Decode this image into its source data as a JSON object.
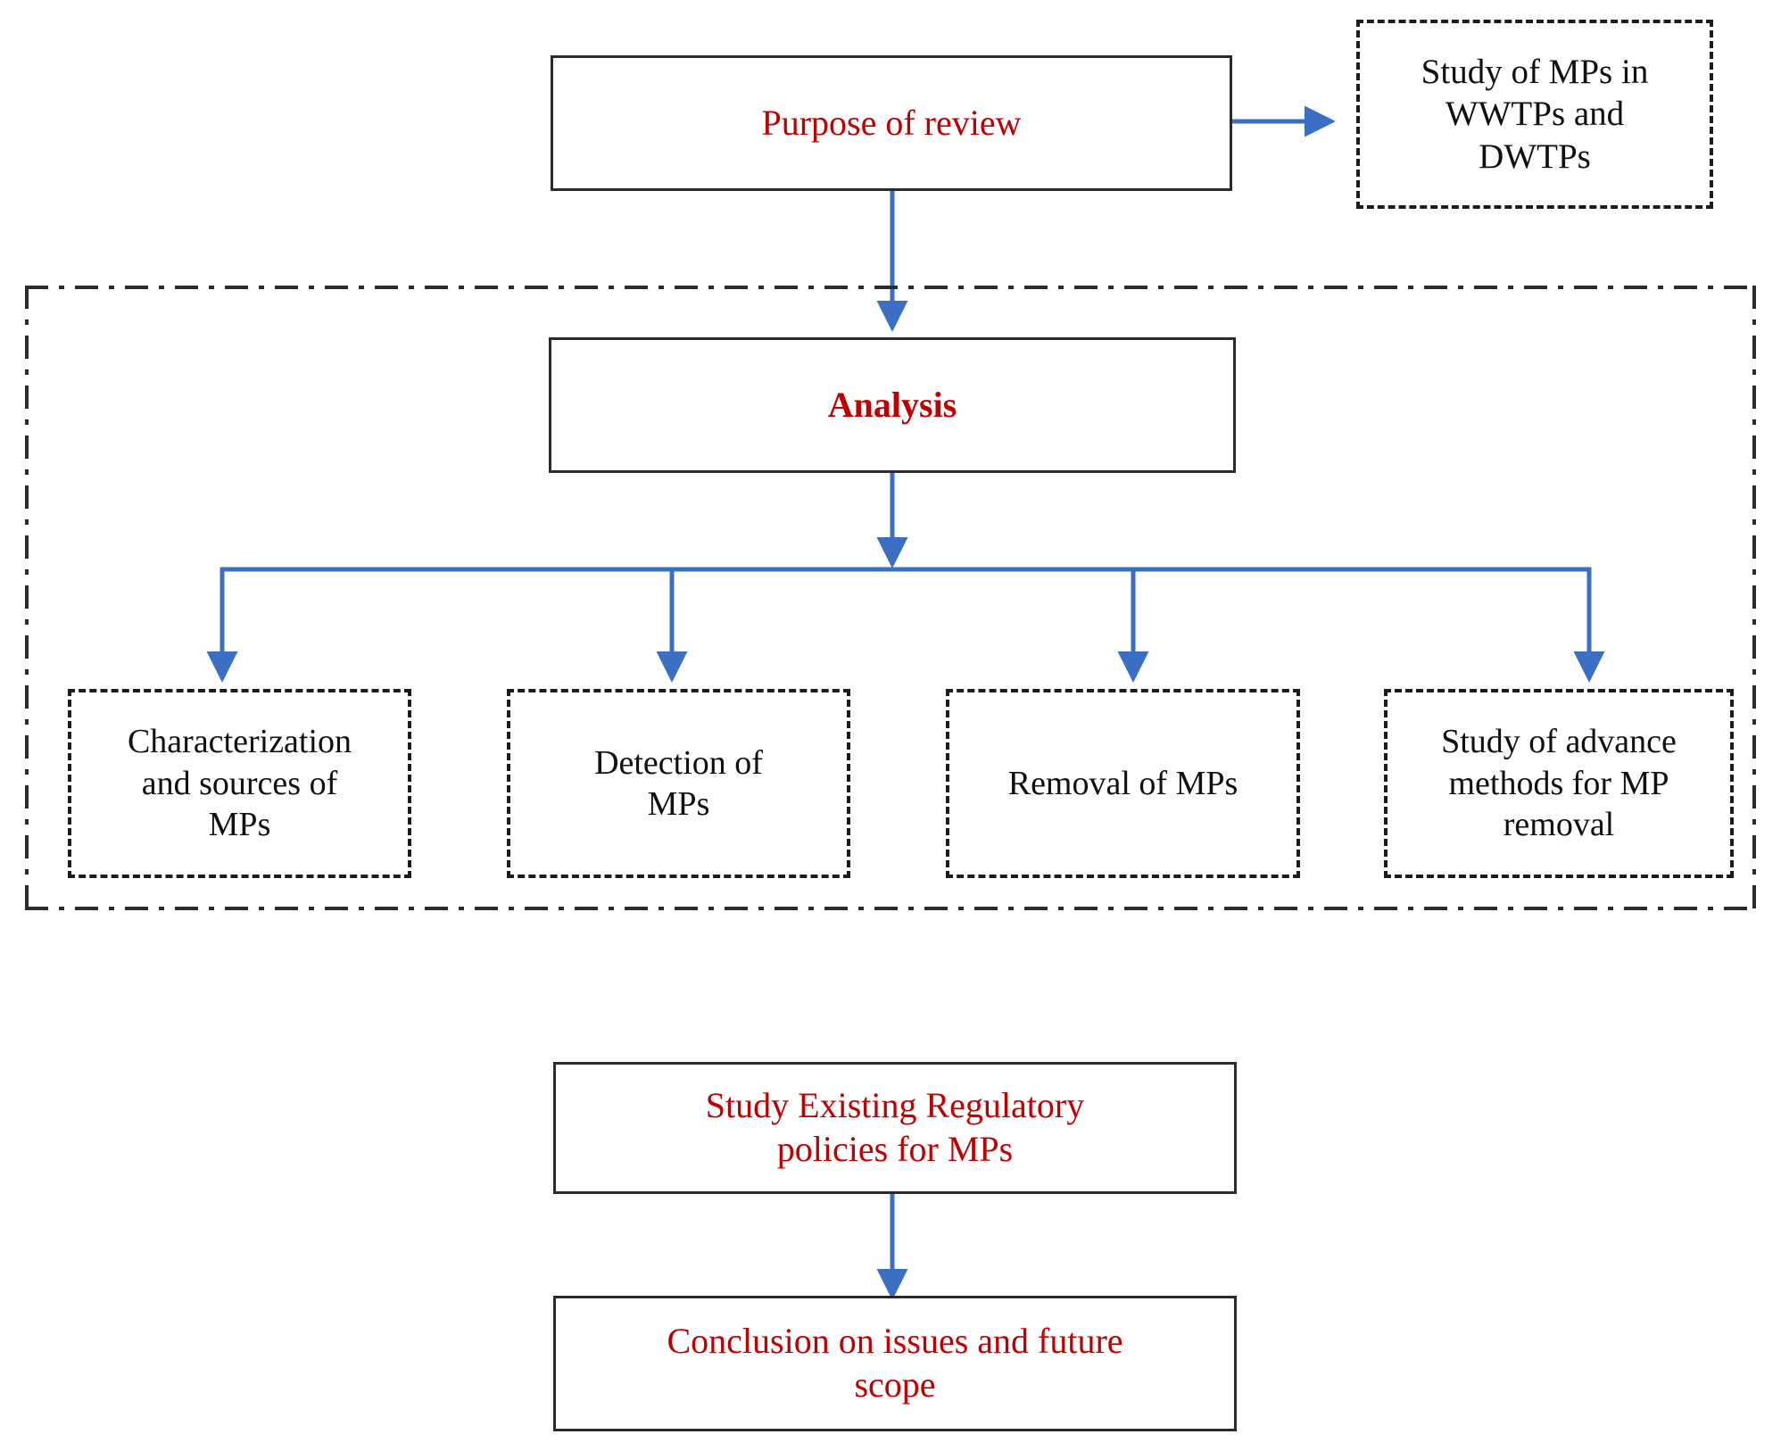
{
  "diagram": {
    "title_text_color": "#c00000",
    "body_text_color": "#101010",
    "connector_color": "#3b6fc4",
    "border_color": "#2b2b2b",
    "nodes": {
      "purpose": {
        "label": "Purpose of review",
        "style": "solid",
        "text_color": "#c00000"
      },
      "study_mps": {
        "label": "Study of MPs in\nWWTPs and\nDWTPs",
        "style": "dashed",
        "text_color": "#101010"
      },
      "analysis": {
        "label": "Analysis",
        "style": "solid",
        "text_color": "#c00000"
      },
      "characterization": {
        "label": "Characterization\nand sources of\nMPs",
        "style": "dashed",
        "text_color": "#101010"
      },
      "detection": {
        "label": "Detection  of\nMPs",
        "style": "dashed",
        "text_color": "#101010"
      },
      "removal": {
        "label": "Removal of MPs",
        "style": "dashed",
        "text_color": "#101010"
      },
      "advance_methods": {
        "label": "Study of advance\nmethods for MP\nremoval",
        "style": "dashed",
        "text_color": "#101010"
      },
      "regulatory": {
        "label": "Study Existing Regulatory\npolicies for MPs",
        "style": "solid",
        "text_color": "#c00000"
      },
      "conclusion": {
        "label": "Conclusion on issues and future\nscope",
        "style": "solid",
        "text_color": "#c00000"
      }
    },
    "edges": [
      {
        "name": "purpose-to-study-mps",
        "from": "purpose",
        "to": "study_mps",
        "direction": "right"
      },
      {
        "name": "purpose-to-analysis",
        "from": "purpose",
        "to": "analysis",
        "direction": "down"
      },
      {
        "name": "analysis-to-characterization",
        "from": "analysis",
        "to": "characterization",
        "direction": "down-branch"
      },
      {
        "name": "analysis-to-detection",
        "from": "analysis",
        "to": "detection",
        "direction": "down-branch"
      },
      {
        "name": "analysis-to-removal",
        "from": "analysis",
        "to": "removal",
        "direction": "down-branch"
      },
      {
        "name": "analysis-to-advance-methods",
        "from": "analysis",
        "to": "advance_methods",
        "direction": "down-branch"
      },
      {
        "name": "regulatory-to-conclusion",
        "from": "regulatory",
        "to": "conclusion",
        "direction": "down"
      }
    ],
    "group_container": {
      "name": "analysis-group",
      "border_style": "dash-dot"
    }
  }
}
